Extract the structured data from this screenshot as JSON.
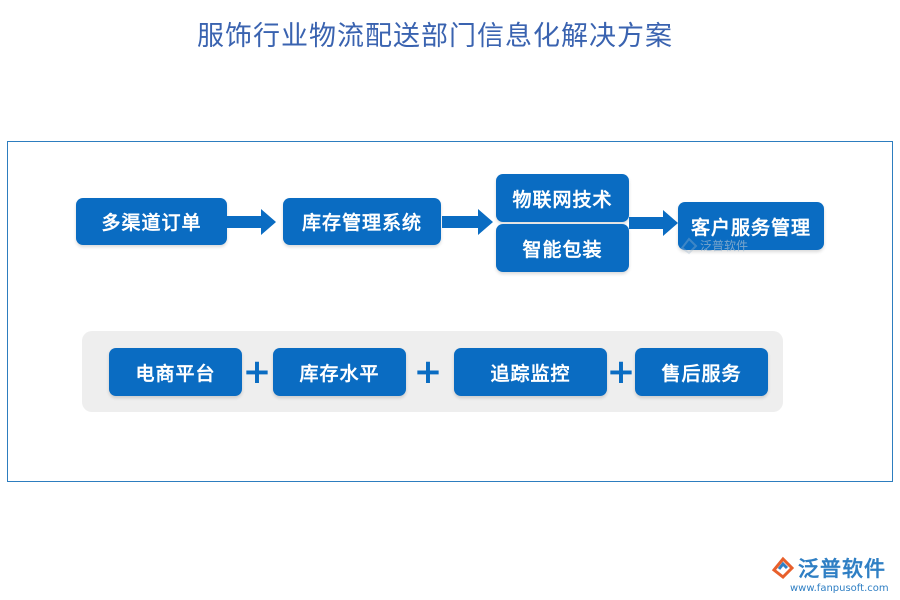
{
  "title": "服饰行业物流配送部门信息化解决方案",
  "flow": {
    "step1": "多渠道订单",
    "step2": "库存管理系统",
    "step3a": "物联网技术",
    "step3b": "智能包装",
    "step4": "客户服务管理"
  },
  "bottom": {
    "items": [
      "电商平台",
      "库存水平",
      "追踪监控",
      "售后服务"
    ],
    "plus": "+"
  },
  "watermark": "泛普软件",
  "logo": {
    "name": "泛普软件",
    "url": "www.fanpusoft.com"
  },
  "colors": {
    "box": "#0a6cc2",
    "title": "#3a63b0",
    "frame": "#2d7dbf",
    "panel": "#eeeeee"
  }
}
